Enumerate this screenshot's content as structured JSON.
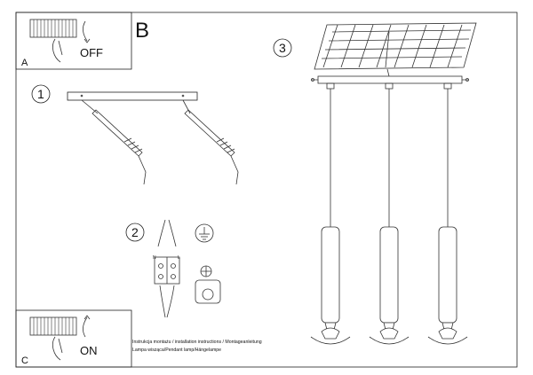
{
  "panels": {
    "a_letter": "A",
    "a_state": "OFF",
    "b_letter": "B",
    "c_letter": "C",
    "c_state": "ON"
  },
  "steps": {
    "step1": "1",
    "step2": "2",
    "step3": "3"
  },
  "wiring": {
    "term_n": "N",
    "term_l": "L"
  },
  "caption": {
    "line1": "Instrukcja montażu / installation instructions / Montageanleitung",
    "line2": "Lampa wisząca/Pendant lamp/Hängelampe"
  }
}
